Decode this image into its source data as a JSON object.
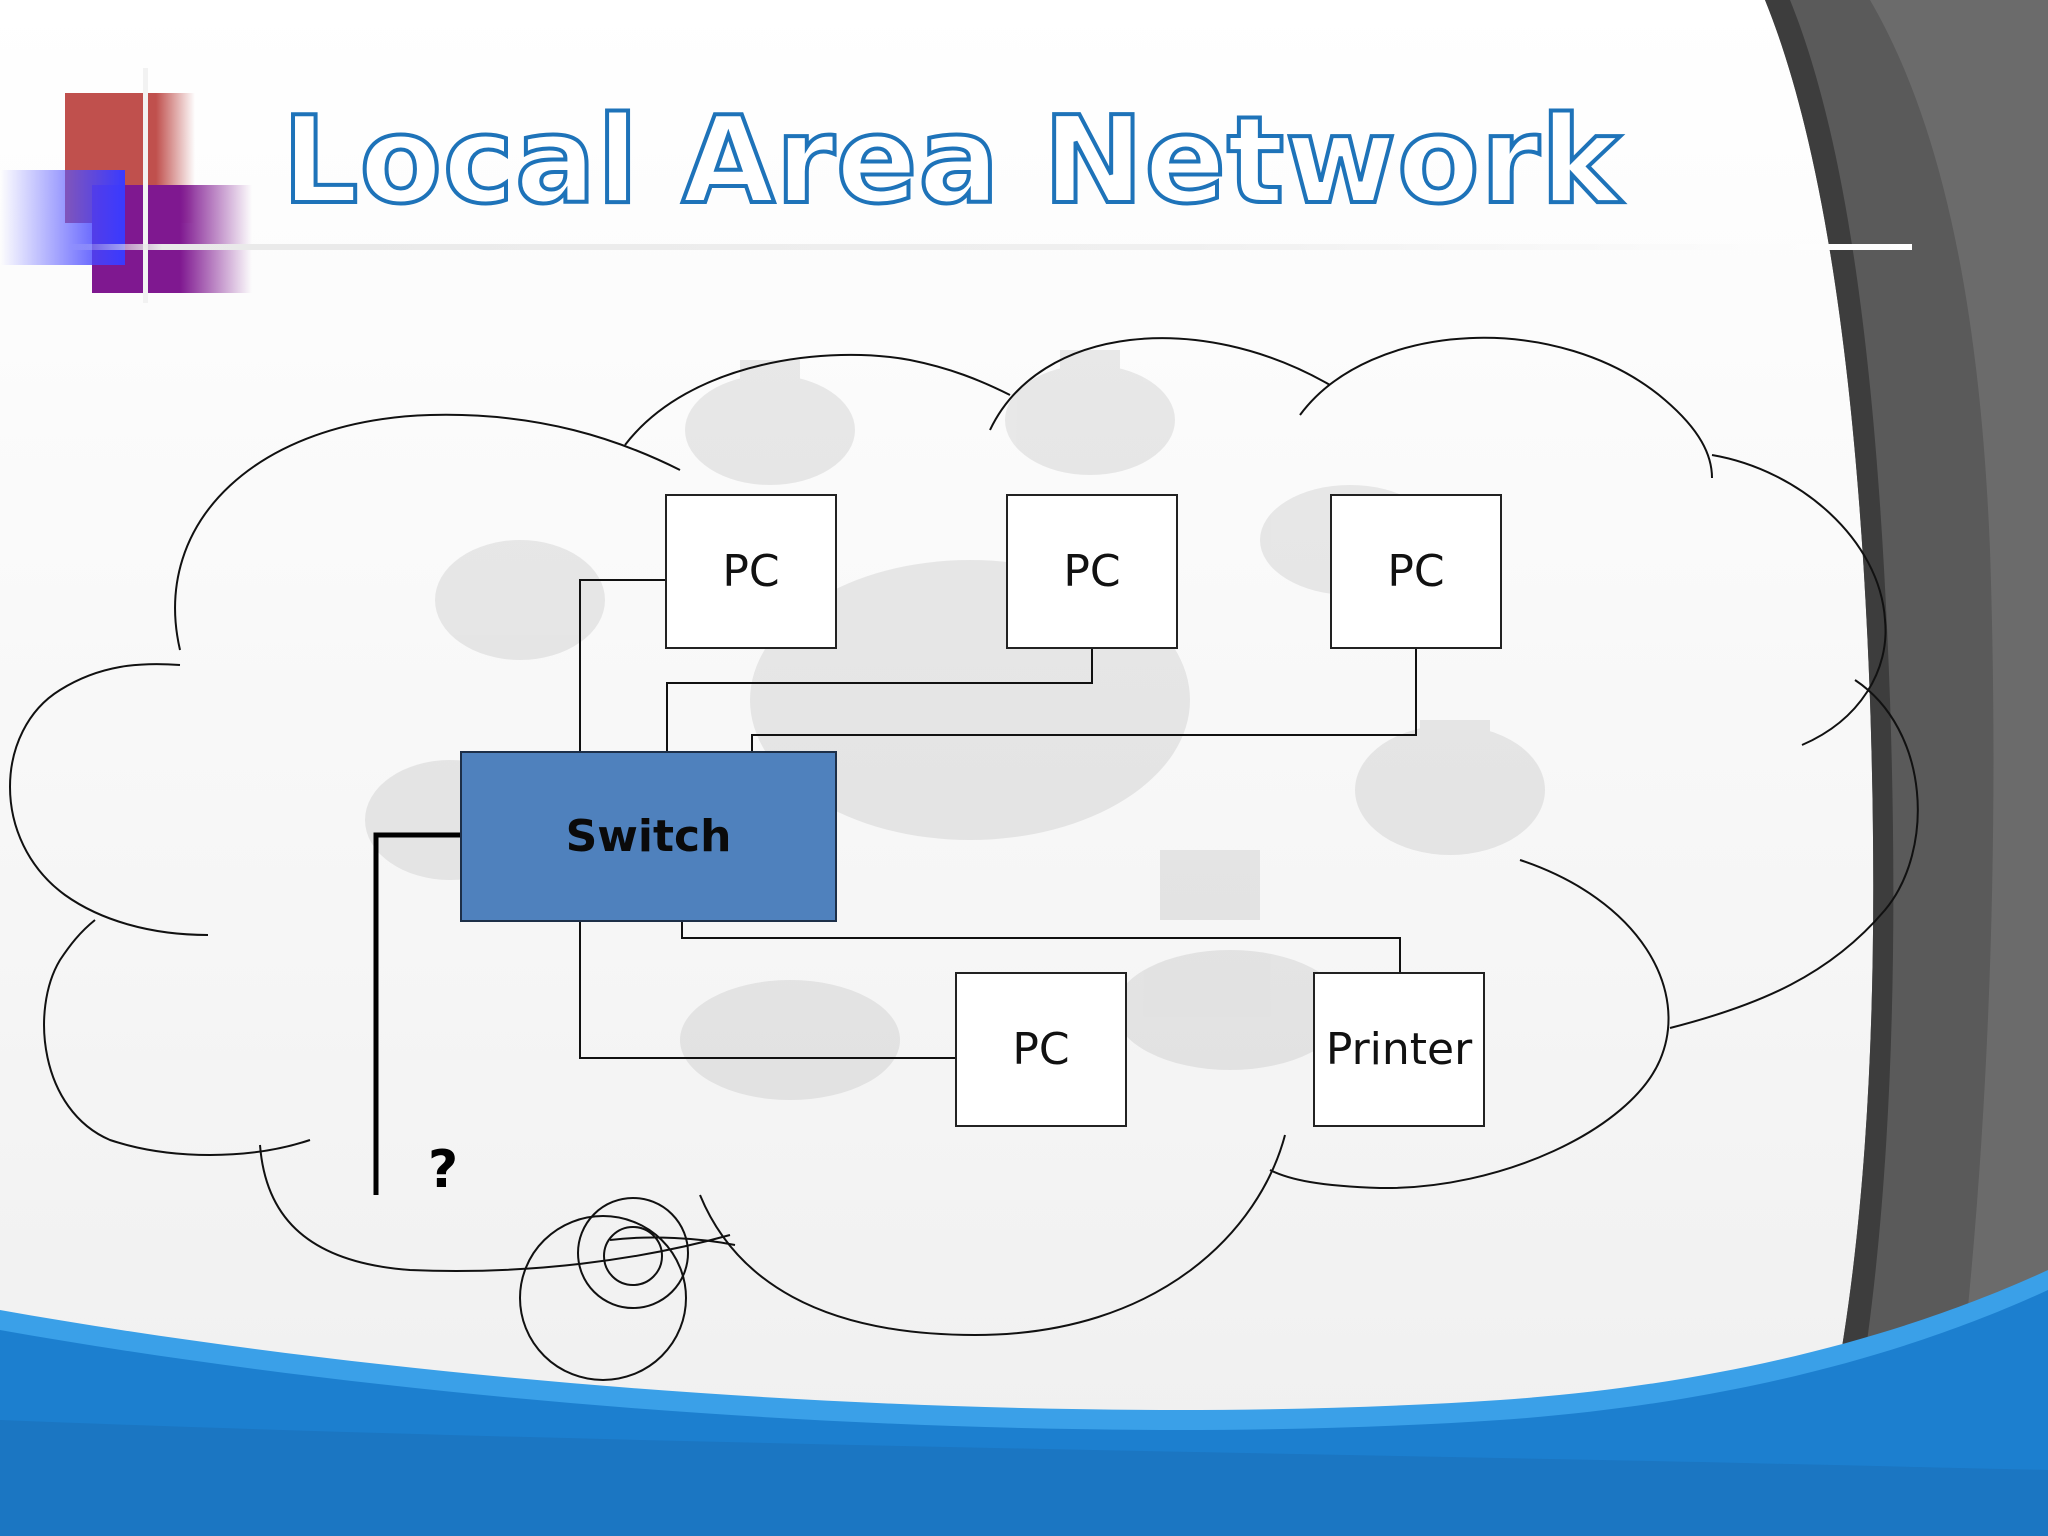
{
  "slide": {
    "title": "Local Area Network",
    "colors": {
      "title_outline": "#1e73b9",
      "switch_fill": "#4f81bd",
      "wave_blue": "#1c8ad6",
      "curtain_gray": "#5a5a5a",
      "deco_red": "#c0504d",
      "deco_purple": "#7f1890",
      "deco_blue": "#3a3aff"
    }
  },
  "diagram": {
    "nodes": {
      "pc_top_left": "PC",
      "pc_top_center": "PC",
      "pc_top_right": "PC",
      "switch": "Switch",
      "pc_bottom": "PC",
      "printer": "Printer"
    },
    "unknown_connection": "?"
  }
}
